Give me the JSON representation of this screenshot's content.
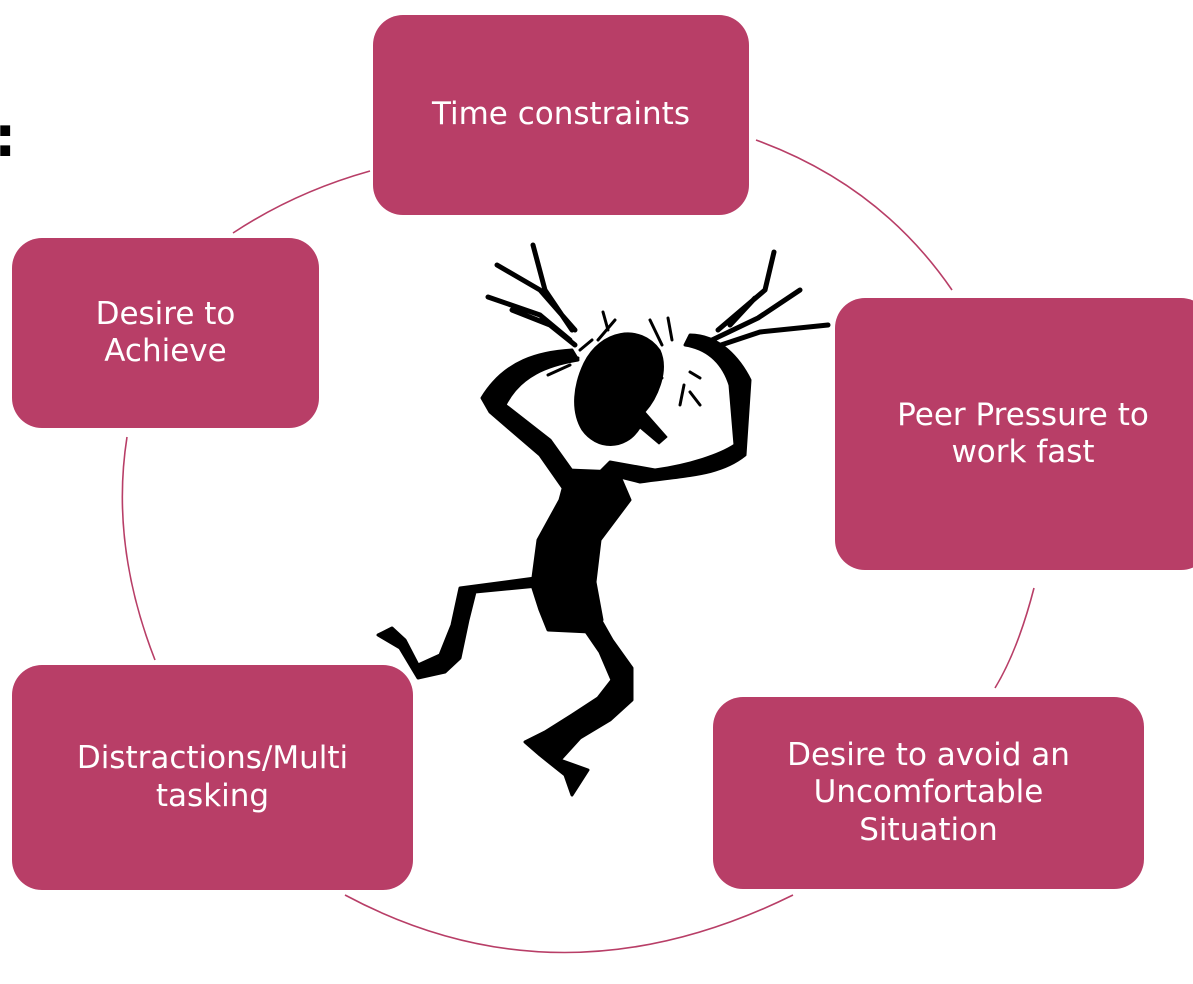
{
  "theme": {
    "node_fill": "#b83e67",
    "node_text": "#ffffff",
    "connector": "#b83e67",
    "figure": "#000000"
  },
  "fragment_text": ":",
  "figure": {
    "icon": "frustrated-stick-figure-icon"
  },
  "cycle": {
    "nodes": [
      {
        "id": "time-constraints",
        "lines": [
          "Time constraints"
        ]
      },
      {
        "id": "peer-pressure",
        "lines": [
          "Peer Pressure to",
          "work fast"
        ]
      },
      {
        "id": "avoid-uncomfortable",
        "lines": [
          "Desire to avoid an",
          "Uncomfortable",
          "Situation"
        ]
      },
      {
        "id": "distractions",
        "lines": [
          "Distractions/Multi",
          "tasking"
        ]
      },
      {
        "id": "desire-to-achieve",
        "lines": [
          "Desire to",
          "Achieve"
        ]
      }
    ]
  }
}
